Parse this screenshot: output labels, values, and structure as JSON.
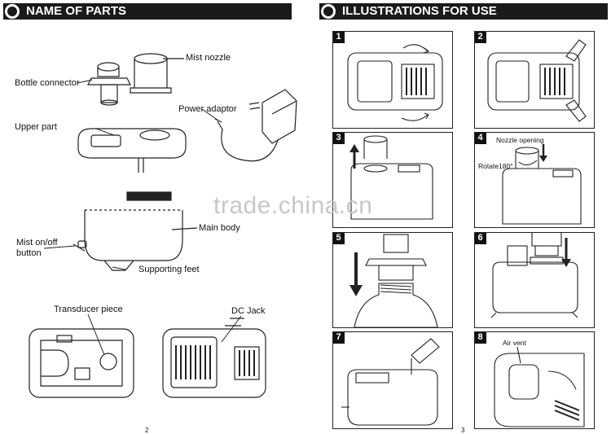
{
  "left_section": {
    "title": "NAME OF PARTS",
    "page_number": "2"
  },
  "right_section": {
    "title": "ILLUSTRATIONS FOR USE",
    "page_number": "3"
  },
  "parts": {
    "mist_nozzle": "Mist nozzle",
    "bottle_connector": "Bottle connector",
    "power_adaptor": "Power adaptor",
    "upper_part": "Upper part",
    "main_body": "Main body",
    "mist_button": "Mist on/off\nbutton",
    "supporting_feet": "Supporting feet",
    "transducer_piece": "Transducer piece",
    "dc_jack": "DC Jack"
  },
  "steps": [
    {
      "number": "1"
    },
    {
      "number": "2"
    },
    {
      "number": "3"
    },
    {
      "number": "4",
      "label_nozzle": "Nozzle opening",
      "label_rotate": "Rotate180°"
    },
    {
      "number": "5"
    },
    {
      "number": "6"
    },
    {
      "number": "7"
    },
    {
      "number": "8",
      "label_air": "Air vent"
    }
  ],
  "watermark": "trade.china.cn"
}
